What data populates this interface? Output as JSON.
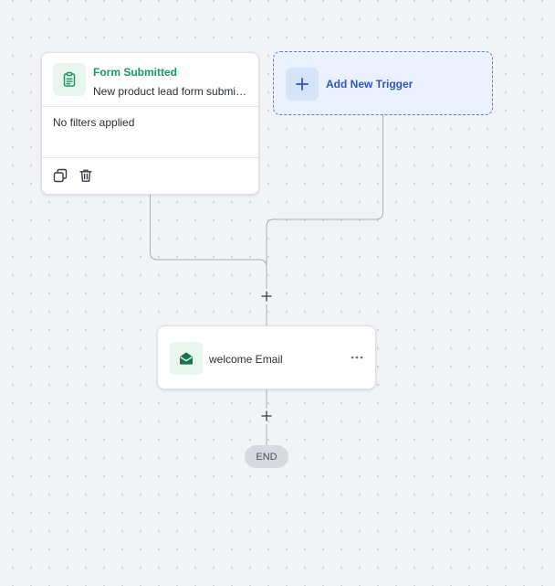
{
  "trigger": {
    "title": "Form Submitted",
    "subtitle": "New product lead form submission",
    "filters": "No filters applied",
    "icon": "clipboard-icon",
    "accent_color": "#159a60"
  },
  "add_trigger": {
    "label": "Add New Trigger",
    "icon": "plus-icon",
    "accent_color": "#2f57b8"
  },
  "action": {
    "label": "welcome Email",
    "icon": "envelope-open-icon",
    "accent_color": "#16754f"
  },
  "end": {
    "label": "END"
  }
}
